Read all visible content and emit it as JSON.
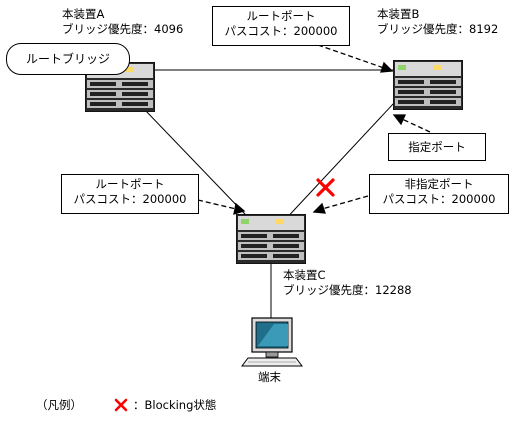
{
  "colors": {
    "blocking_mark": "#ff0000",
    "line": "#000000",
    "device_body": "#2a2a2a",
    "screen": "#1f6f8b"
  },
  "root_bridge_tag": "ルートブリッジ",
  "device_a": {
    "name": "本装置A",
    "priority": "ブリッジ優先度：4096",
    "icon": "switch-chassis-icon"
  },
  "device_b": {
    "name": "本装置B",
    "priority": "ブリッジ優先度：8192",
    "icon": "switch-chassis-icon"
  },
  "device_c": {
    "name": "本装置C",
    "priority": "ブリッジ優先度：12288",
    "icon": "switch-chassis-icon"
  },
  "terminal": {
    "label": "端末",
    "icon": "pc-terminal-icon"
  },
  "callouts": {
    "b_root_port": {
      "line1": "ルートポート",
      "line2": "パスコスト：200000"
    },
    "b_designated_port": {
      "line1": "指定ポート"
    },
    "c_root_port": {
      "line1": "ルートポート",
      "line2": "パスコスト：200000"
    },
    "c_non_designated_port": {
      "line1": "非指定ポート",
      "line2": "パスコスト：200000"
    }
  },
  "legend": {
    "prefix": "（凡例）",
    "mark_icon": "blocking-x-icon",
    "text": "：Blocking状態"
  }
}
